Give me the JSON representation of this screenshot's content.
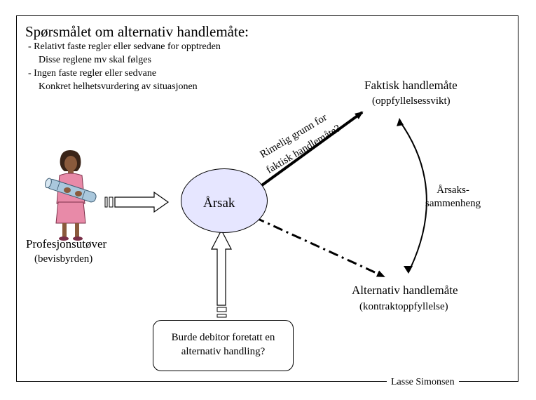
{
  "title": "Spørsmålet om alternativ handlemåte:",
  "bullets": [
    "-  Relativt faste regler eller sedvane for opptreden",
    "Disse reglene mv skal følges",
    "-  Ingen faste regler eller sedvane",
    "Konkret helhetsvurdering av situasjonen"
  ],
  "actual_conduct": {
    "label": "Faktisk handlemåte",
    "sub": "(oppfyllelsessvikt)"
  },
  "reasonable_ground": {
    "line1": "Rimelig grunn for",
    "line2": "faktisk handlemåte?"
  },
  "cause": {
    "label": "Årsak"
  },
  "causal_link": {
    "line1": "Årsaks-",
    "line2": "sammenheng"
  },
  "alternative_conduct": {
    "label": "Alternativ handlemåte",
    "sub": "(kontraktoppfyllelse)"
  },
  "professional": {
    "label": "Profesjonsutøver",
    "sub": "(bevisbyrden)"
  },
  "question": {
    "label": "Burde debitor foretatt en alternativ handling?"
  },
  "author": "Lasse Simonsen",
  "colors": {
    "ellipse_fill": "#e6e6ff",
    "figure_pink": "#e88aa8",
    "figure_skin": "#8a5a3c",
    "roll_blue": "#a9c7dc"
  }
}
